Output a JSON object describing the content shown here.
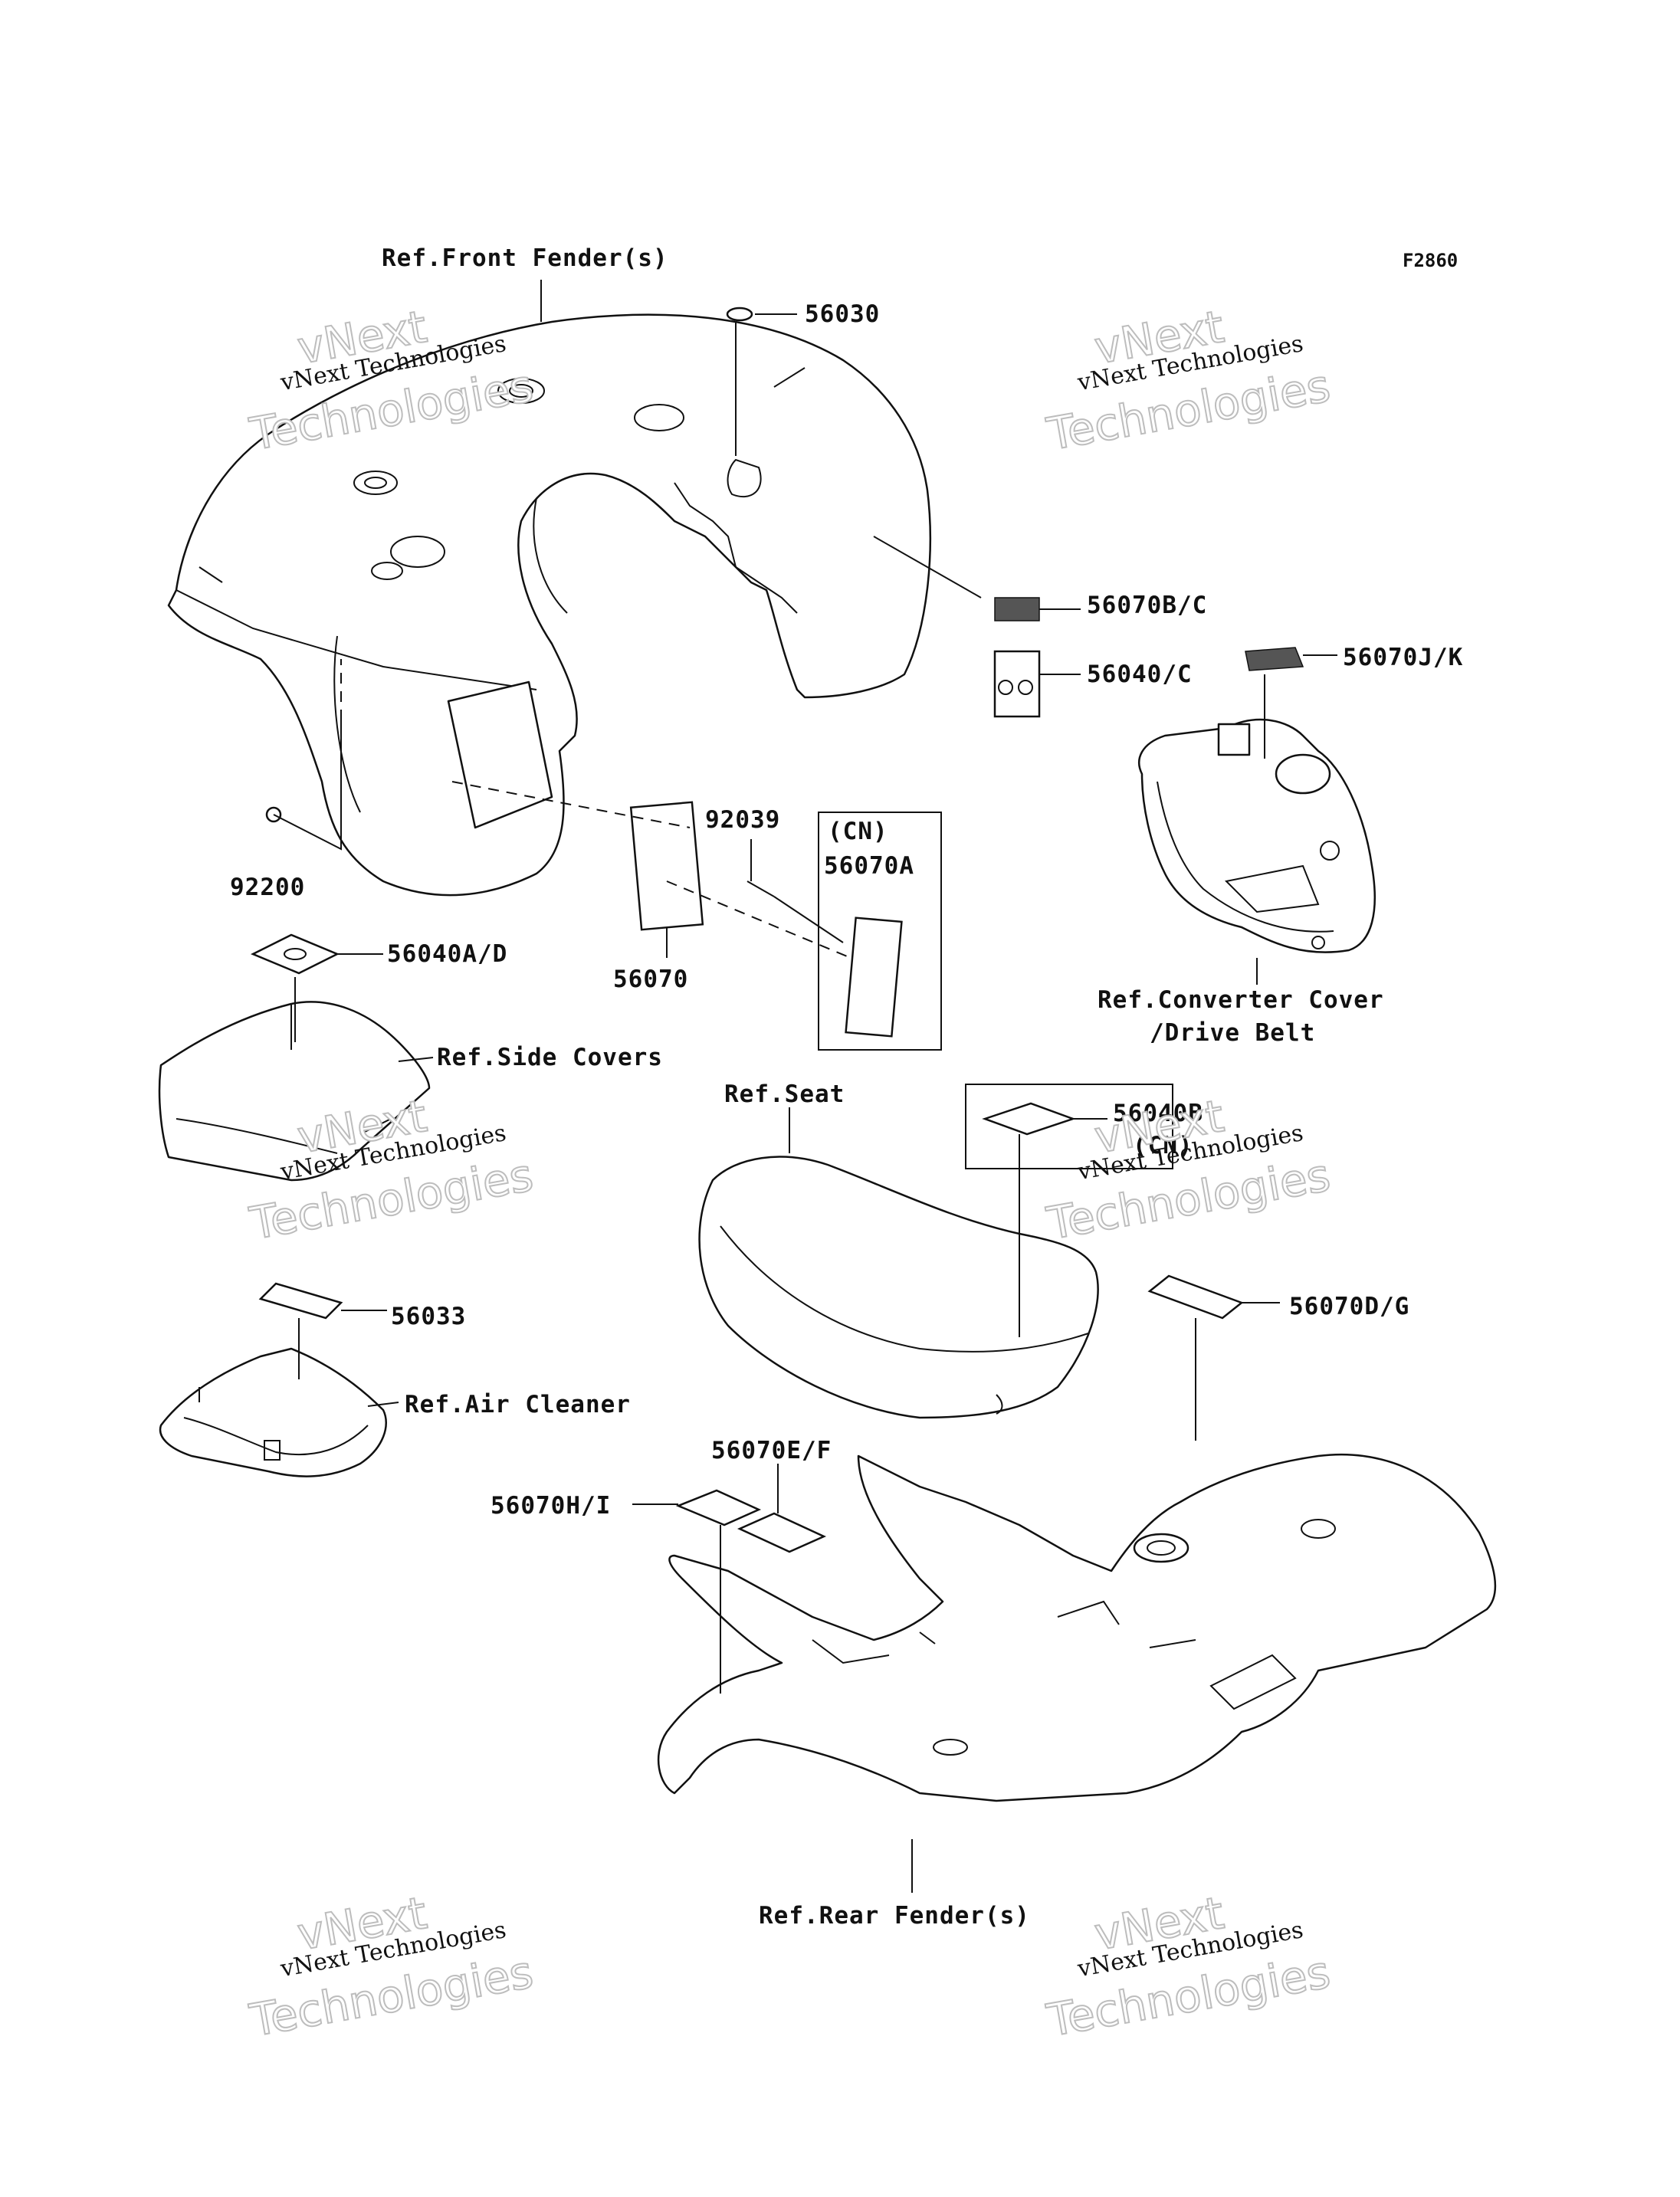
{
  "figure_code": "F2860",
  "callouts": {
    "front_fender": "Ref.Front Fender(s)",
    "side_covers": "Ref.Side Covers",
    "air_cleaner": "Ref.Air Cleaner",
    "seat": "Ref.Seat",
    "converter_cover_1": "Ref.Converter Cover",
    "converter_cover_2": "/Drive Belt",
    "rear_fender": "Ref.Rear Fender(s)"
  },
  "parts": {
    "p56030": "56030",
    "p56070BC": "56070B/C",
    "p56040C": "56040/C",
    "p56070JK": "56070J/K",
    "p92039": "92039",
    "p56070A": "56070A",
    "cn_a": "(CN)",
    "p92200": "92200",
    "p56070": "56070",
    "p56040AD": "56040A/D",
    "p56040B": "56040B",
    "cn_b": "(CN)",
    "p56033": "56033",
    "p56070DG": "56070D/G",
    "p56070EF": "56070E/F",
    "p56070HI": "56070H/I"
  },
  "watermark": {
    "line1": "vNext",
    "line2": "vNext Technologies",
    "line3": "Technologies"
  }
}
